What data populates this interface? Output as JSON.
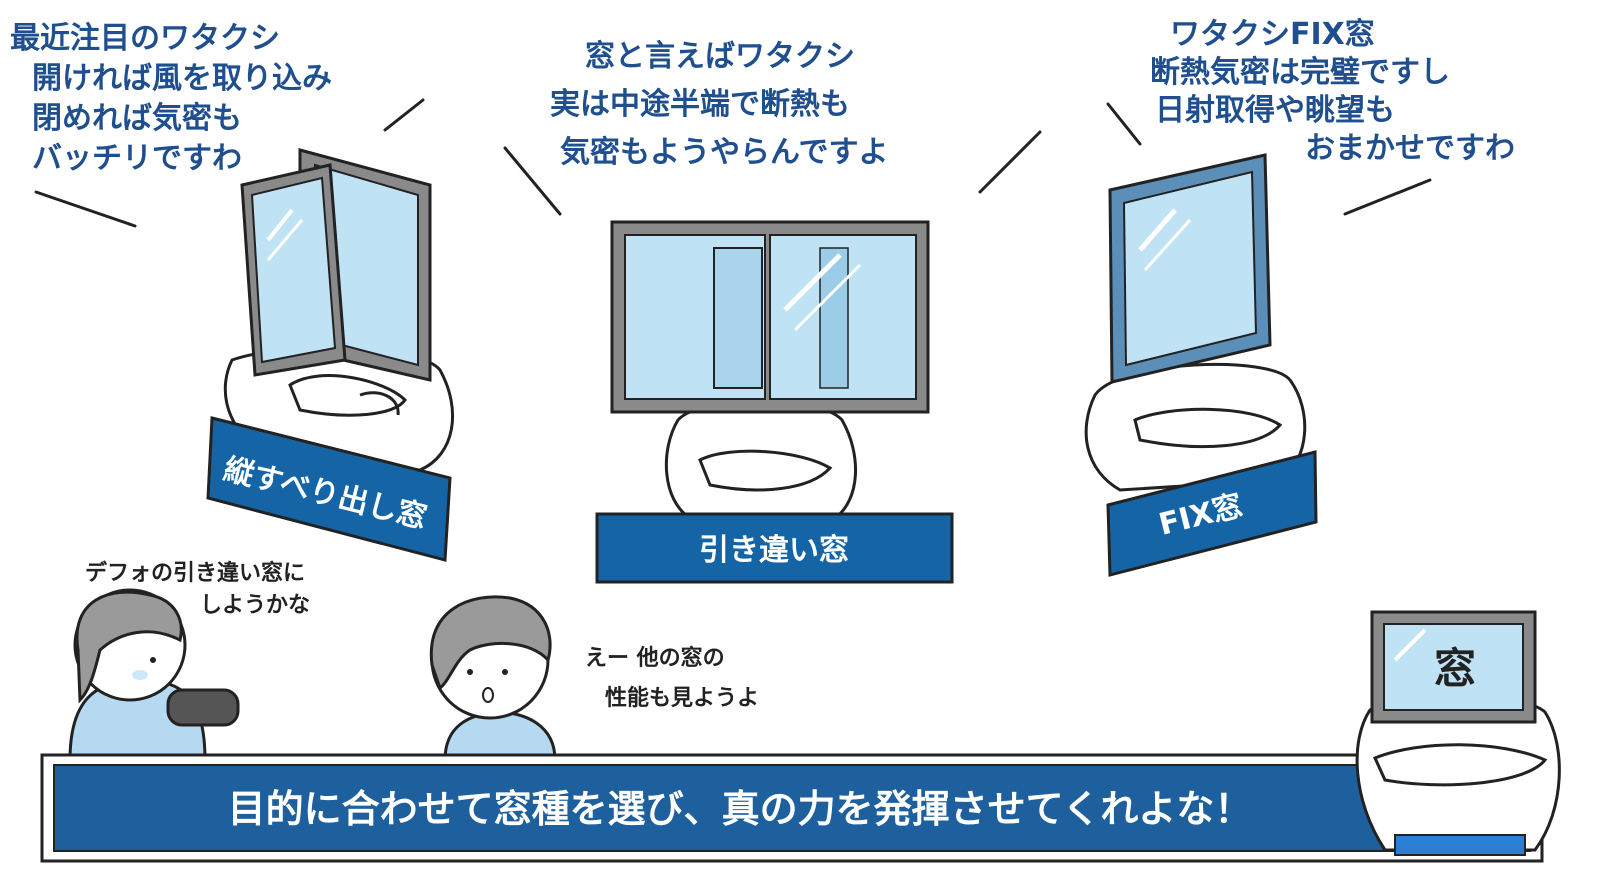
{
  "speech": {
    "casement": [
      "最近注目のワタクシ",
      "開ければ風を取り込み",
      "閉めれば気密も",
      "バッチリですわ"
    ],
    "sliding": [
      "窓と言えばワタクシ",
      "実は中途半端で断熱も",
      "気密もようやらんですよ"
    ],
    "fix": [
      "ワタクシFIX窓",
      "断熱気密は完璧ですし",
      "日射取得や眺望も",
      "おまかせですわ"
    ]
  },
  "labels": {
    "casement": "縦すべり出し窓",
    "sliding": "引き違い窓",
    "fix": "FIX窓"
  },
  "kids": {
    "girl": [
      "デフォの引き違い窓に",
      "しようかな"
    ],
    "boy": [
      "えー 他の窓の",
      "性能も見ようよ"
    ]
  },
  "mascot_glyph": "窓",
  "banner": "目的に合わせて窓種を選び、真の力を発揮させてくれよな！",
  "colors": {
    "label_blue": "#1565a6",
    "banner_blue": "#1e5f9e",
    "glass": "#bfe2f5",
    "frame": "#8a8a8a",
    "text_blue": "#1f4f8f"
  }
}
